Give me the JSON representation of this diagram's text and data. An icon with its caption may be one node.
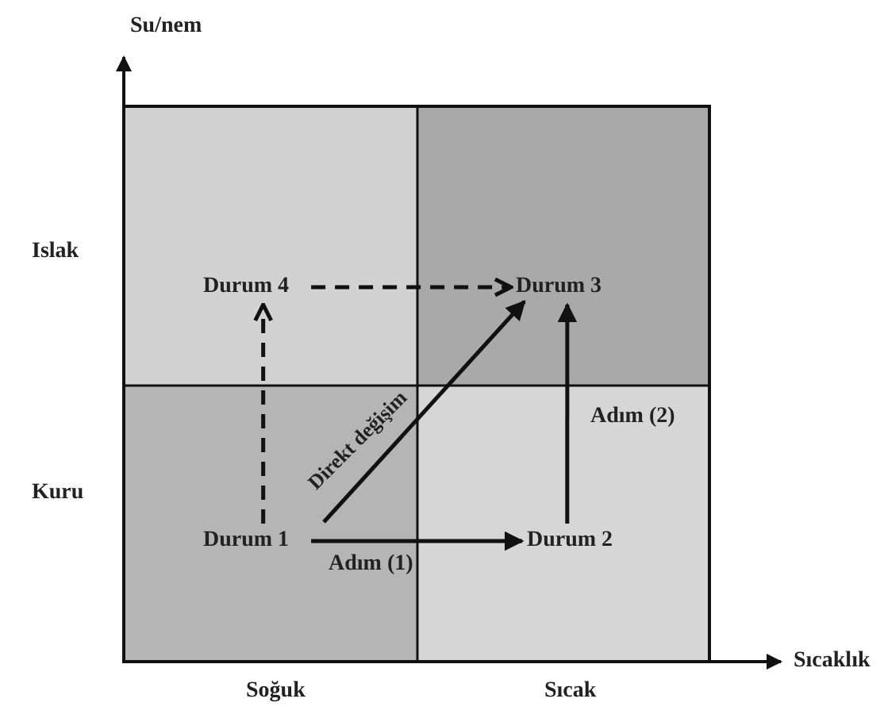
{
  "diagram": {
    "nodes": [
      {
        "text": [
          "Durum 4"
        ]
      },
      {
        "text": [
          "Durum 3"
        ]
      },
      {
        "text": [
          "Durum 1"
        ]
      },
      {
        "text": [
          "Durum 2"
        ]
      }
    ],
    "edges": [
      {
        "from": 2,
        "to": 3,
        "arrow": "to",
        "label": "Adım (1)"
      },
      {
        "from": 3,
        "to": 1,
        "arrow": "to",
        "label": "Adım (2)"
      },
      {
        "from": 2,
        "to": 1,
        "arrow": "to",
        "label": "Direkt değişim"
      },
      {
        "from": 2,
        "to": 0,
        "arrow": "to",
        "style": "dashed"
      },
      {
        "from": 0,
        "to": 1,
        "arrow": "to",
        "style": "dashed"
      }
    ],
    "labels": [
      "Su/nem",
      "Islak",
      "Kuru",
      "Soğuk",
      "Sıcak",
      "Sıcaklık"
    ]
  }
}
